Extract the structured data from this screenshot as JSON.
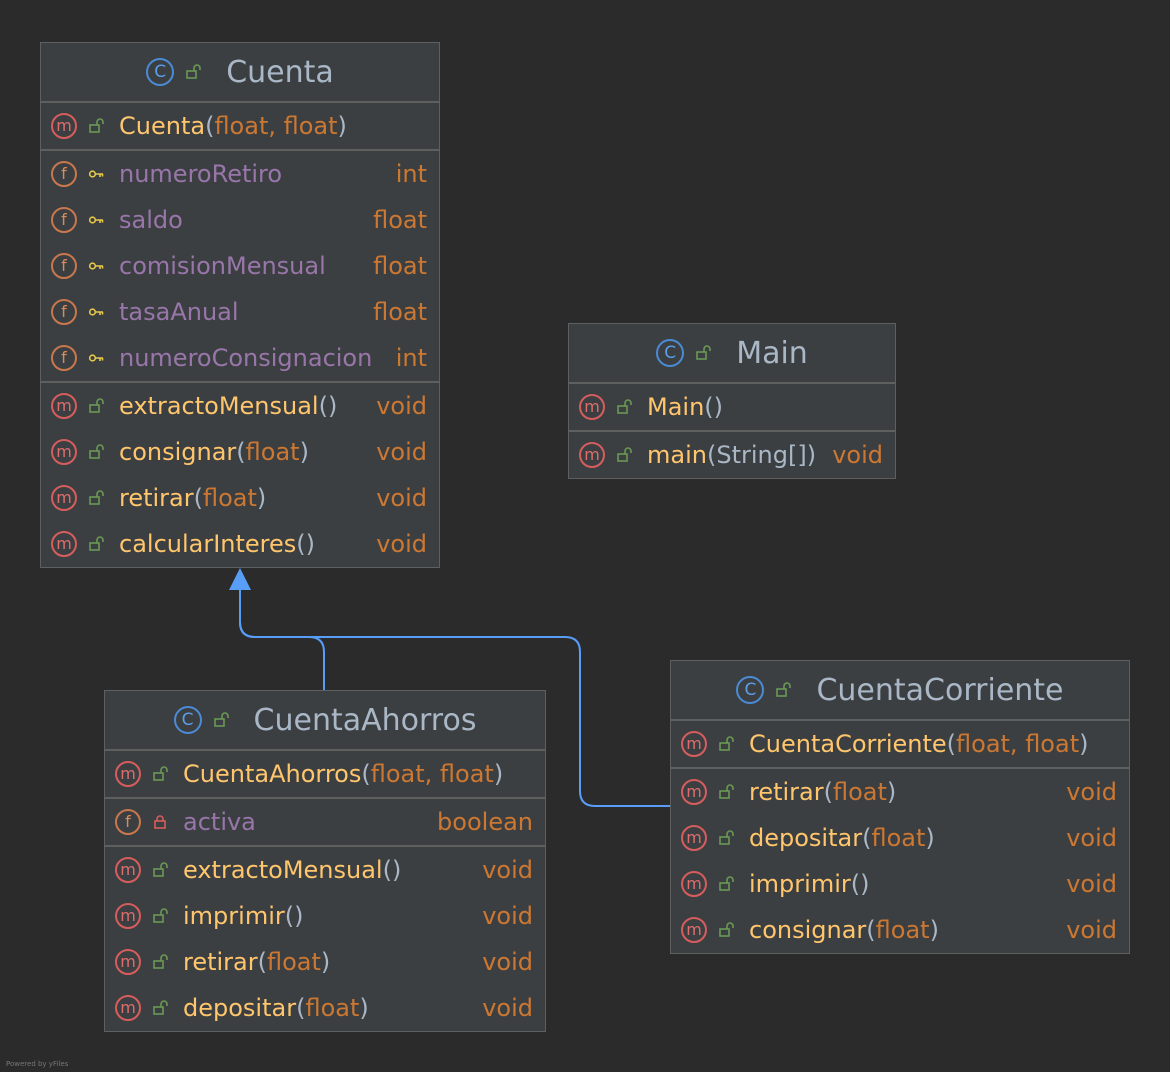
{
  "classes": {
    "cuenta": {
      "name": "Cuenta",
      "ctor": {
        "name": "Cuenta",
        "open": "(",
        "params": "float, float",
        "close": ")"
      },
      "fields": [
        {
          "name": "numeroRetiro",
          "type": "int"
        },
        {
          "name": "saldo",
          "type": "float"
        },
        {
          "name": "comisionMensual",
          "type": "float"
        },
        {
          "name": "tasaAnual",
          "type": "float"
        },
        {
          "name": "numeroConsignacion",
          "type": "int"
        }
      ],
      "methods": [
        {
          "name": "extractoMensual",
          "open": "(",
          "params": "",
          "close": ")",
          "ret": "void"
        },
        {
          "name": "consignar",
          "open": "(",
          "params": "float",
          "close": ")",
          "ret": "void"
        },
        {
          "name": "retirar",
          "open": "(",
          "params": "float",
          "close": ")",
          "ret": "void"
        },
        {
          "name": "calcularInteres",
          "open": "(",
          "params": "",
          "close": ")",
          "ret": "void"
        }
      ]
    },
    "main": {
      "name": "Main",
      "ctor": {
        "name": "Main",
        "open": "(",
        "params": "",
        "close": ")"
      },
      "methods": [
        {
          "name": "main",
          "open": "(",
          "params": "String[]",
          "close": ")",
          "ret": "void"
        }
      ]
    },
    "cuentaAhorros": {
      "name": "CuentaAhorros",
      "ctor": {
        "name": "CuentaAhorros",
        "open": "(",
        "params": "float, float",
        "close": ")"
      },
      "fields": [
        {
          "name": "activa",
          "type": "boolean"
        }
      ],
      "methods": [
        {
          "name": "extractoMensual",
          "open": "(",
          "params": "",
          "close": ")",
          "ret": "void"
        },
        {
          "name": "imprimir",
          "open": "(",
          "params": "",
          "close": ")",
          "ret": "void"
        },
        {
          "name": "retirar",
          "open": "(",
          "params": "float",
          "close": ")",
          "ret": "void"
        },
        {
          "name": "depositar",
          "open": "(",
          "params": "float",
          "close": ")",
          "ret": "void"
        }
      ]
    },
    "cuentaCorriente": {
      "name": "CuentaCorriente",
      "ctor": {
        "name": "CuentaCorriente",
        "open": "(",
        "params": "float, float",
        "close": ")"
      },
      "methods": [
        {
          "name": "retirar",
          "open": "(",
          "params": "float",
          "close": ")",
          "ret": "void"
        },
        {
          "name": "depositar",
          "open": "(",
          "params": "float",
          "close": ")",
          "ret": "void"
        },
        {
          "name": "imprimir",
          "open": "(",
          "params": "",
          "close": ")",
          "ret": "void"
        },
        {
          "name": "consignar",
          "open": "(",
          "params": "float",
          "close": ")",
          "ret": "void"
        }
      ]
    }
  },
  "icons": {
    "class": "C",
    "method": "m",
    "field": "f"
  },
  "colors": {
    "background": "#2b2b2b",
    "method_name": "#ffc66d",
    "field_name": "#9876aa",
    "type": "#cc7832",
    "inheritance_arrow": "#589df6"
  },
  "credit": "Powered by yFiles"
}
